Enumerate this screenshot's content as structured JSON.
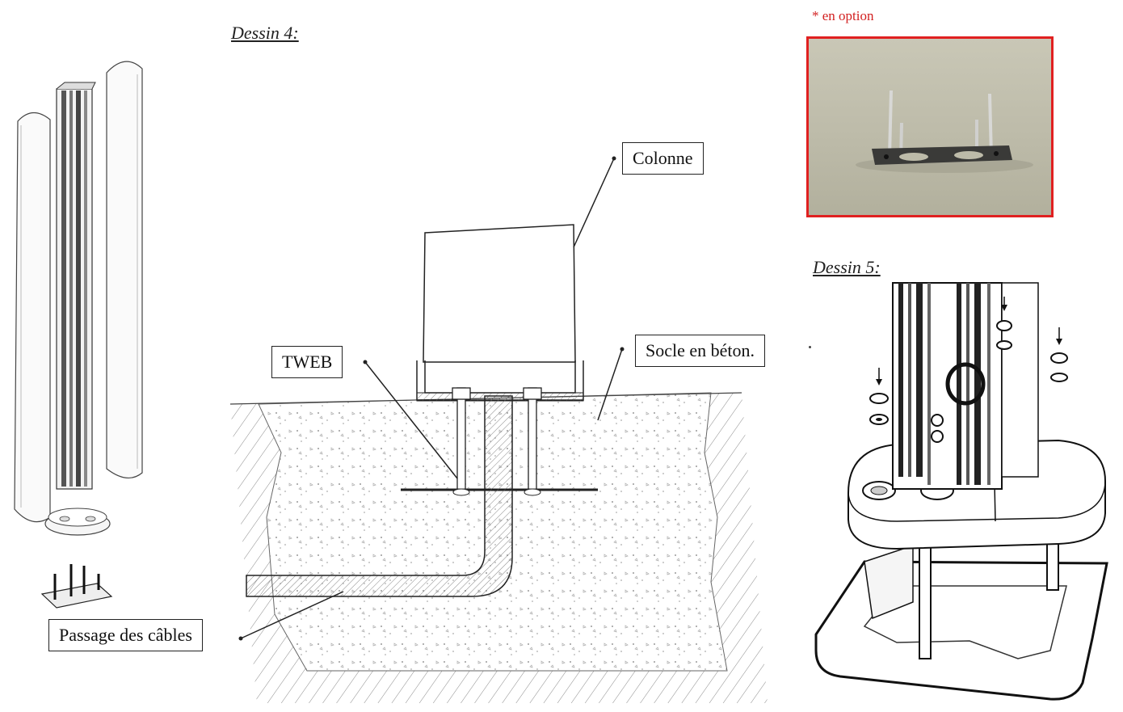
{
  "titles": {
    "dessin4": "Dessin 4:",
    "dessin5": "Dessin 5:"
  },
  "option_note": "* en option",
  "callouts": {
    "colonne": "Colonne",
    "tweb": "TWEB",
    "socle": "Socle en béton.",
    "passage": "Passage des câbles"
  },
  "colors": {
    "option_text": "#d21f1f",
    "photo_border": "#e02020",
    "line": "#222222"
  }
}
